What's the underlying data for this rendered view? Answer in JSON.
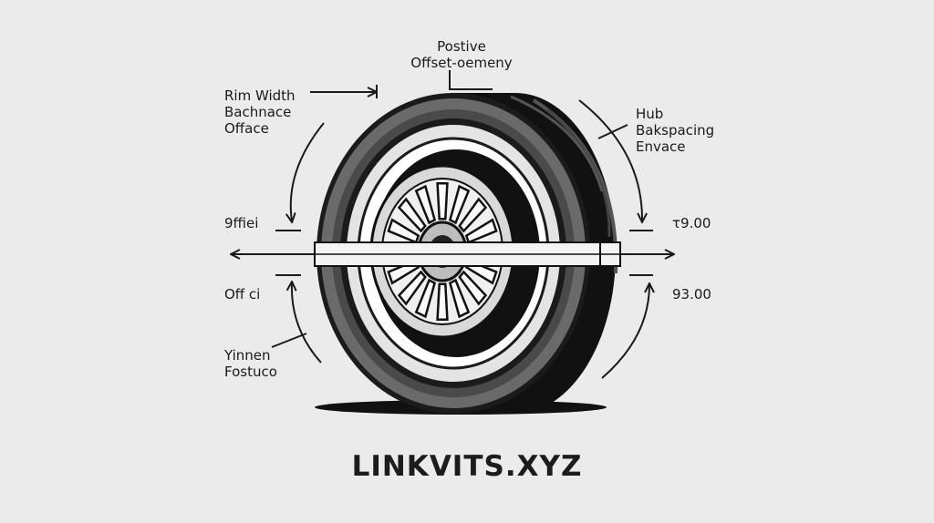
{
  "diagram": {
    "labels": {
      "top": [
        "Postive",
        "Offset-oemeny"
      ],
      "left_top": [
        "Rim Width",
        "Bachnace",
        "Offace"
      ],
      "right_top": [
        "Hub",
        "Bakspacing",
        "Envace"
      ],
      "left_mid_upper": "9ffiei",
      "left_mid_lower": "Off ci",
      "right_mid_upper": "τ9.00",
      "right_mid_lower": "93.00",
      "left_bottom": [
        "Yinnen",
        "Fostuco"
      ]
    },
    "brand": "LINKVITS.XYZ"
  }
}
